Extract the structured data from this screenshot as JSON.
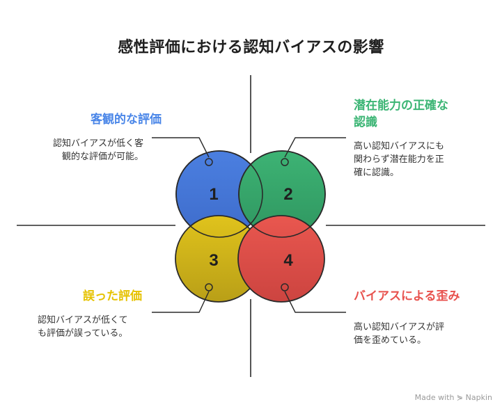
{
  "title": "感性評価における認知バイアスの影響",
  "colors": {
    "blue": "#4A7BDB",
    "green": "#3AAA6B",
    "yellow": "#D4B81A",
    "red": "#E0504C",
    "outline": "#2a2a2a"
  },
  "quadrants": [
    {
      "number": "1",
      "heading": "客観的な評価",
      "heading_color": "#4A86E8",
      "description_lines": [
        "認知バイアスが低く客",
        "観的な評価が可能。"
      ]
    },
    {
      "number": "2",
      "heading_lines": [
        "潜在能力の正確な",
        "認識"
      ],
      "heading_color": "#3BB574",
      "description_lines": [
        "高い認知バイアスにも",
        "関わらず潜在能力を正",
        "確に認識。"
      ]
    },
    {
      "number": "3",
      "heading": "誤った評価",
      "heading_color": "#E6C200",
      "description_lines": [
        "認知バイアスが低くて",
        "も評価が誤っている。"
      ]
    },
    {
      "number": "4",
      "heading": "バイアスによる歪み",
      "heading_color": "#E8524E",
      "description_lines": [
        "高い認知バイアスが評",
        "価を歪めている。"
      ]
    }
  ],
  "watermark": "Made with ⋟ Napkin"
}
